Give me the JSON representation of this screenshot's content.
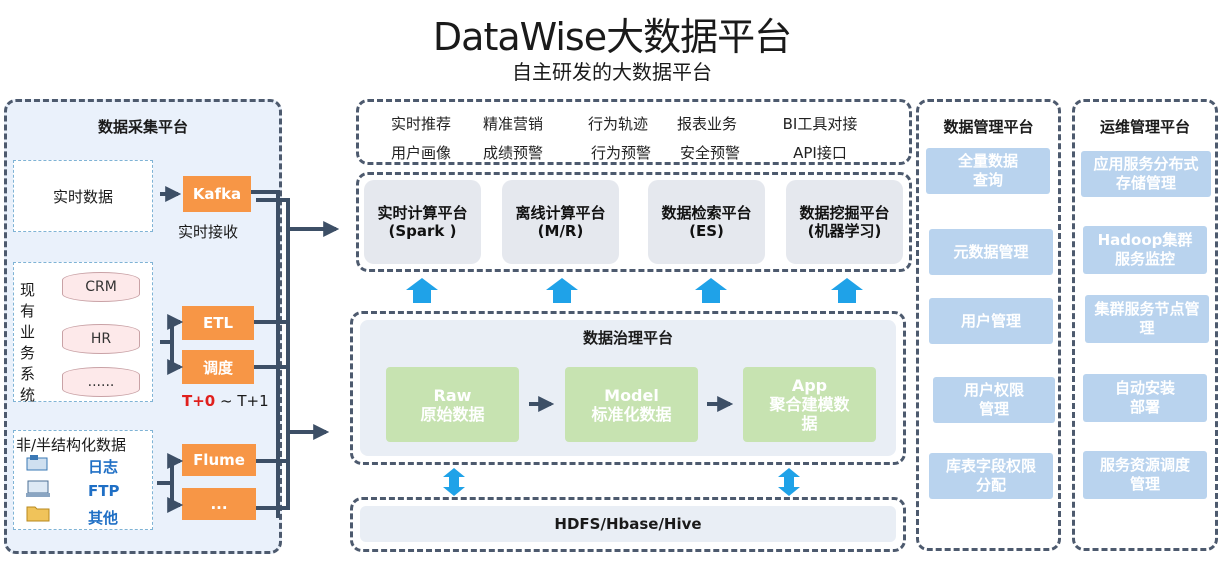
{
  "title": "DataWise大数据平台",
  "subtitle": "自主研发的大数据平台",
  "collection": {
    "heading": "数据采集平台",
    "realtime_label": "实时数据",
    "kafka": "Kafka",
    "kafka_caption": "实时接收",
    "existing_vertical": "现有业务系统",
    "db_items": [
      "CRM",
      "HR",
      "......"
    ],
    "etl": "ETL",
    "schedule": "调度",
    "t0": "T+0",
    "t1": " ~ T+1",
    "unstructured_label": "非/半结构化数据",
    "sources": [
      "日志",
      "FTP",
      "其他"
    ],
    "flume": "Flume",
    "more": "..."
  },
  "apps": {
    "row1": [
      "实时推荐",
      "精准营销",
      "行为轨迹",
      "报表业务",
      "BI工具对接"
    ],
    "row2": [
      "用户画像",
      "成绩预警",
      "行为预警",
      "安全预警",
      "API接口"
    ]
  },
  "engines": [
    {
      "name": "实时计算平台",
      "sub": "(Spark )"
    },
    {
      "name": "离线计算平台",
      "sub": "(M/R)"
    },
    {
      "name": "数据检索平台",
      "sub": "(ES)"
    },
    {
      "name": "数据挖掘平台",
      "sub": "(机器学习)"
    }
  ],
  "governance": {
    "heading": "数据治理平台",
    "raw_en": "Raw",
    "raw_cn": "原始数据",
    "model_en": "Model",
    "model_cn": "标准化数据",
    "app_en": "App",
    "app_cn": "聚合建模数据"
  },
  "storage": "HDFS/Hbase/Hive",
  "data_mgmt": {
    "heading": "数据管理平台",
    "items": [
      "全量数据查询",
      "元数据管理",
      "用户管理",
      "用户权限管理",
      "库表字段权限分配"
    ]
  },
  "ops_mgmt": {
    "heading": "运维管理平台",
    "items": [
      "应用服务分布式存储管理",
      "Hadoop集群服务监控",
      "集群服务节点管理",
      "自动安装部署",
      "服务资源调度管理"
    ]
  },
  "colors": {
    "orange": "#f79646",
    "light_blue": "#b9d3ee",
    "green": "#c7e3b1",
    "arrow_blue": "#1fa2e8",
    "border": "#4d5a6e"
  }
}
